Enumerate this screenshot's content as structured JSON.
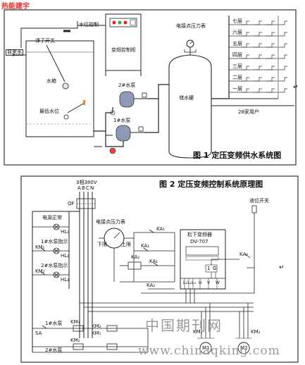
{
  "header": {
    "partial_text": "热能建宇"
  },
  "fig1": {
    "title": "图 1 定压变频供水系统图",
    "labels": {
      "float_switch": "浮子开关",
      "inlet": "自来水",
      "level_control": "水位控制",
      "vfd_cabinet": "变频控制柜",
      "gauge": "电接点压力表",
      "tank": "水箱",
      "low_level": "最低水位",
      "pump2": "2#水泵",
      "pump1": "1#水泵",
      "storage": "储水罐",
      "users": "28家用户",
      "floors": [
        "七层",
        "六层",
        "五层",
        "四层",
        "三层",
        "二层",
        "一层"
      ]
    },
    "return_mark": "↵"
  },
  "fig2": {
    "title": "图 2 定压变频控制系统原理图",
    "labels": {
      "power": "3相380V",
      "phases": [
        "A",
        "B",
        "C",
        "N"
      ],
      "qf": "QF",
      "power_normal": "电源正常",
      "hl1": "HL₁",
      "pump1_ind": "1#水泵指示",
      "km1": "KM₁",
      "hl2": "HL₂",
      "pump2_ind": "2#水泵指示",
      "km2": "KM₂",
      "hl3": "HL₃",
      "gauge": "电接点压力表",
      "lower": "下限",
      "upper": "上限",
      "ka1": "KA₁",
      "ka2": "KA₂",
      "level_switch": "液位开关",
      "inverter": "松下变频器",
      "model": "DV-707",
      "terminals": [
        "L₁",
        "L₂",
        "L₃",
        "U",
        "V",
        "W"
      ],
      "io": [
        "1",
        "G"
      ],
      "sa": "SA",
      "pump1": "1#水泵",
      "pump2": "2#水泵",
      "km1a": "KM₁",
      "km2a": "KM₂",
      "m1": "M1",
      "m2": "M2"
    },
    "return_mark": "↵"
  },
  "watermark": {
    "cn": "中国期刊网",
    "url": "www.chinaqking.com"
  }
}
